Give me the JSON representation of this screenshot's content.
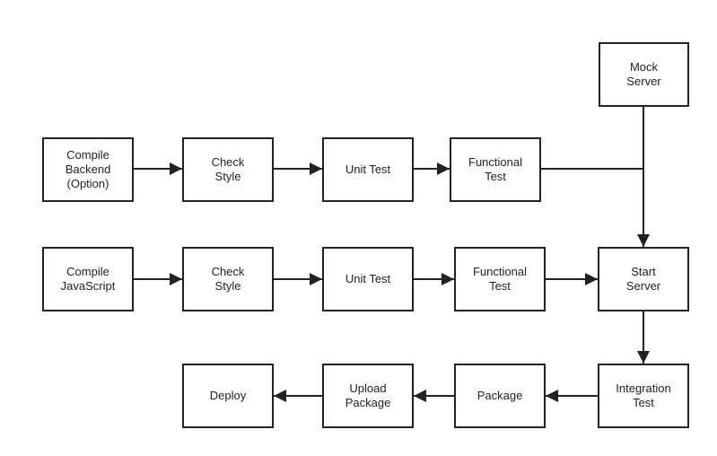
{
  "diagram": {
    "nodes": {
      "mock_server": "Mock\nServer",
      "compile_backend": "Compile\nBackend\n(Option)",
      "check_style_1": "Check\nStyle",
      "unit_test_1": "Unit Test",
      "functional_test_1": "Functional\nTest",
      "compile_javascript": "Compile\nJavaScript",
      "check_style_2": "Check\nStyle",
      "unit_test_2": "Unit Test",
      "functional_test_2": "Functional\nTest",
      "start_server": "Start\nServer",
      "deploy": "Deploy",
      "upload_package": "Upload\nPackage",
      "package": "Package",
      "integration_test": "Integration\nTest"
    },
    "edges": [
      {
        "from": "compile_backend",
        "to": "check_style_1"
      },
      {
        "from": "check_style_1",
        "to": "unit_test_1"
      },
      {
        "from": "unit_test_1",
        "to": "functional_test_1"
      },
      {
        "from": "functional_test_1",
        "to": "start_server"
      },
      {
        "from": "mock_server",
        "to": "start_server"
      },
      {
        "from": "compile_javascript",
        "to": "check_style_2"
      },
      {
        "from": "check_style_2",
        "to": "unit_test_2"
      },
      {
        "from": "unit_test_2",
        "to": "functional_test_2"
      },
      {
        "from": "functional_test_2",
        "to": "start_server"
      },
      {
        "from": "start_server",
        "to": "integration_test"
      },
      {
        "from": "integration_test",
        "to": "package"
      },
      {
        "from": "package",
        "to": "upload_package"
      },
      {
        "from": "upload_package",
        "to": "deploy"
      }
    ],
    "colors": {
      "stroke": "#222222",
      "background": "#ffffff"
    }
  }
}
